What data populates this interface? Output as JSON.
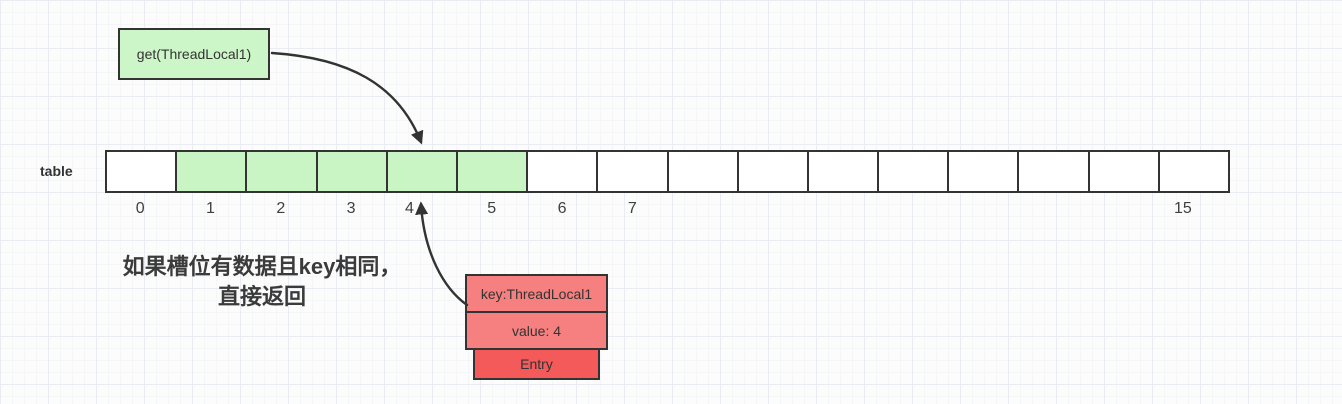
{
  "colors": {
    "green_fill": "#c9f4c4",
    "box_green_fill": "#ccf6c8",
    "salmon_fill": "#f5807f",
    "red_fill": "#f45a5a",
    "stroke": "#333333",
    "text": "#333333"
  },
  "get_box": {
    "label": "get(ThreadLocal1)"
  },
  "table": {
    "label": "table",
    "cell_count": 16,
    "filled_cells": [
      1,
      2,
      3,
      4,
      5
    ],
    "index_labels": [
      "0",
      "1",
      "2",
      "3",
      "4",
      "5",
      "6",
      "7",
      "",
      "",
      "",
      "",
      "",
      "",
      "",
      "15"
    ]
  },
  "note": {
    "line1": "如果槽位有数据且key相同，",
    "line2": "直接返回"
  },
  "entry": {
    "key": "key:ThreadLocal1",
    "value": "value: 4",
    "label": "Entry"
  },
  "arrows": [
    {
      "name": "get-to-slot4-arrow"
    },
    {
      "name": "entry-to-slot4-arrow"
    }
  ]
}
